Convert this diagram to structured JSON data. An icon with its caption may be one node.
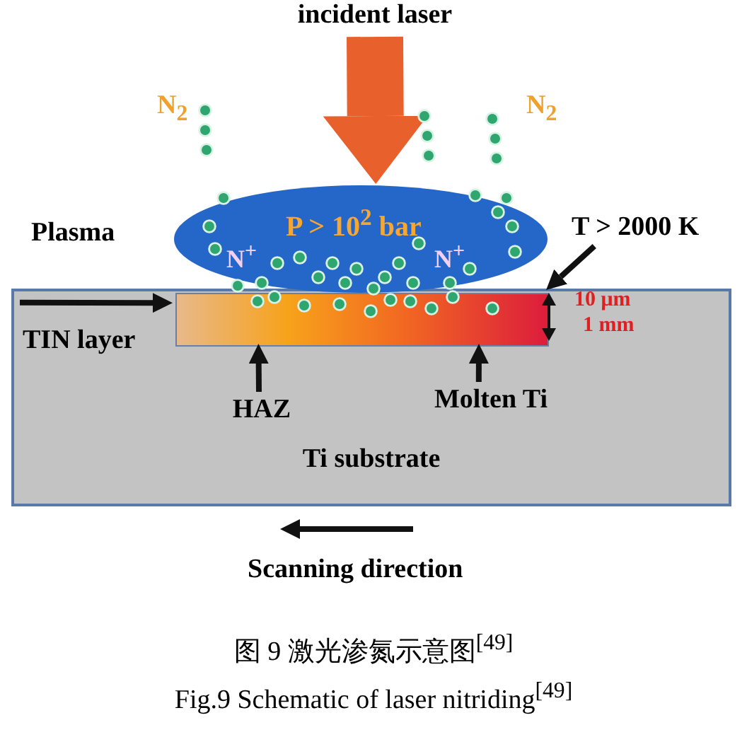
{
  "diagram": {
    "caption": "图 9 激光渗氮示意图$^{[49]}$",
    "nodes": [
      {
        "text": [
          "Ti substrate"
        ]
      },
      {
        "text": [],
        "shape": "bar",
        "in": 0
      },
      {
        "text": [
          "P > 10$^{2}$ bar",
          "N$^{+}$",
          "N$^{+}$"
        ],
        "beside": [
          "Plasma"
        ]
      },
      {
        "text": [
          "incident laser"
        ]
      },
      {
        "text": [
          "TIN layer"
        ],
        "in": 0
      },
      {
        "text": [
          "HAZ"
        ],
        "in": 0
      },
      {
        "text": [
          "Molten Ti"
        ],
        "in": 0
      },
      {
        "text": [
          "T > 2000 K"
        ]
      }
    ],
    "edges": [
      {
        "from": 3,
        "to": 2,
        "arrow": "to",
        "style": "thick",
        "color": "#e8602c"
      },
      {
        "from": 4,
        "to": 1,
        "arrow": "to"
      },
      {
        "from": 5,
        "to": 1,
        "arrow": "to"
      },
      {
        "from": 6,
        "to": 1,
        "arrow": "to"
      },
      {
        "from": 7,
        "to": 1,
        "arrow": "to"
      }
    ],
    "labels": [
      "N$_{2}$",
      "N$_{2}$",
      "10 μm",
      "1 mm",
      "Scanning direction",
      "Fig.9 Schematic of laser nitriding$^{[49]}$"
    ]
  }
}
